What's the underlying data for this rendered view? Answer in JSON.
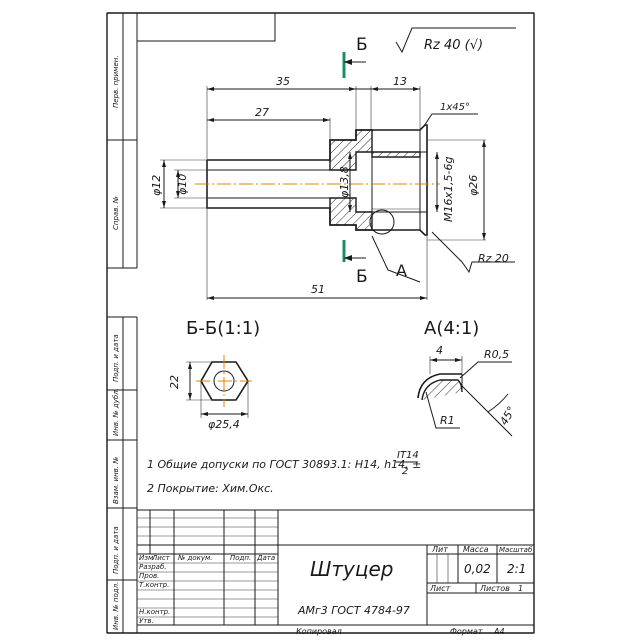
{
  "surface_finish": "Rz 40 (√)",
  "section_mark": "Б",
  "callout_A": "A",
  "dims": {
    "d35": "35",
    "d27": "27",
    "d13": "13",
    "chamfer": "1x45°",
    "phi12": "φ12",
    "phi10": "φ10",
    "phi13_8": "φ13,8",
    "thread": "M16x1,5-6g",
    "phi26": "φ26",
    "d51": "51",
    "rz20": "Rz 20"
  },
  "section_view": {
    "title": "Б-Б(1:1)",
    "d22": "22",
    "phi25_4": "φ25,4"
  },
  "detail_view": {
    "title": "A(4:1)",
    "d4": "4",
    "r05": "R0,5",
    "r1": "R1",
    "angle": "45°"
  },
  "notes": {
    "note1": "1 Общие допуски по ГОСТ 30893.1: H14, h14, ±",
    "note1_num": "IT14",
    "note1_den": "2",
    "note2": "2 Покрытие: Хим.Окс."
  },
  "side_labels": {
    "perv_primen": "Перв. примен.",
    "sprav": "Справ. №",
    "podp_data1": "Подп. и дата",
    "inv_dubl": "Инв. № дубл.",
    "vzam_inv": "Взам. инв. №",
    "podp_data2": "Подп. и дата",
    "inv_podl": "Инв. № подл."
  },
  "title_block": {
    "part_name": "Штуцер",
    "material": "АМг3 ГОСТ 4784-97",
    "lit_label": "Лит",
    "mass_label": "Масса",
    "scale_label": "Масштаб",
    "mass_value": "0,02",
    "scale_value": "2:1",
    "sheet_label": "Лист",
    "sheets_label": "Листов",
    "sheets_value": "1",
    "col_izm": "Изм",
    "col_list": "Лист",
    "col_doc": "№ докум.",
    "col_podp": "Подп.",
    "col_data": "Дата",
    "row_razrab": "Разраб.",
    "row_prov": "Пров.",
    "row_tkontr": "Т.контр.",
    "row_nkontr": "Н.контр.",
    "row_utv": "Утв.",
    "copied": "Копировал",
    "format": "Формат",
    "format_value": "A4"
  }
}
